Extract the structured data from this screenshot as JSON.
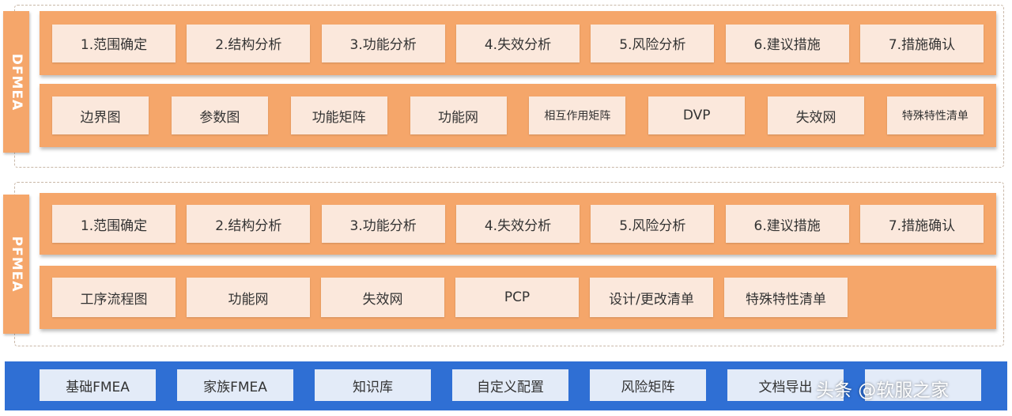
{
  "dfmea": {
    "label": "DFMEA",
    "steps": [
      "1.范围确定",
      "2.结构分析",
      "3.功能分析",
      "4.失效分析",
      "5.风险分析",
      "6.建议措施",
      "7.措施确认"
    ],
    "tools": [
      "边界图",
      "参数图",
      "功能矩阵",
      "功能网",
      "相互作用矩阵",
      "DVP",
      "失效网",
      "特殊特性清单"
    ]
  },
  "pfmea": {
    "label": "PFMEA",
    "steps": [
      "1.范围确定",
      "2.结构分析",
      "3.功能分析",
      "4.失效分析",
      "5.风险分析",
      "6.建议措施",
      "7.措施确认"
    ],
    "tools": [
      "工序流程图",
      "功能网",
      "失效网",
      "PCP",
      "设计/更改清单",
      "特殊特性清单"
    ]
  },
  "base": {
    "items": [
      "基础FMEA",
      "家族FMEA",
      "知识库",
      "自定义配置",
      "风险矩阵",
      "文档导出",
      ""
    ]
  },
  "watermark": "头条 @软服之家",
  "colors": {
    "band": "#f5a66a",
    "box": "#fbe8dc",
    "base_band": "#2f6fd4",
    "base_box": "#e3ebf8"
  }
}
